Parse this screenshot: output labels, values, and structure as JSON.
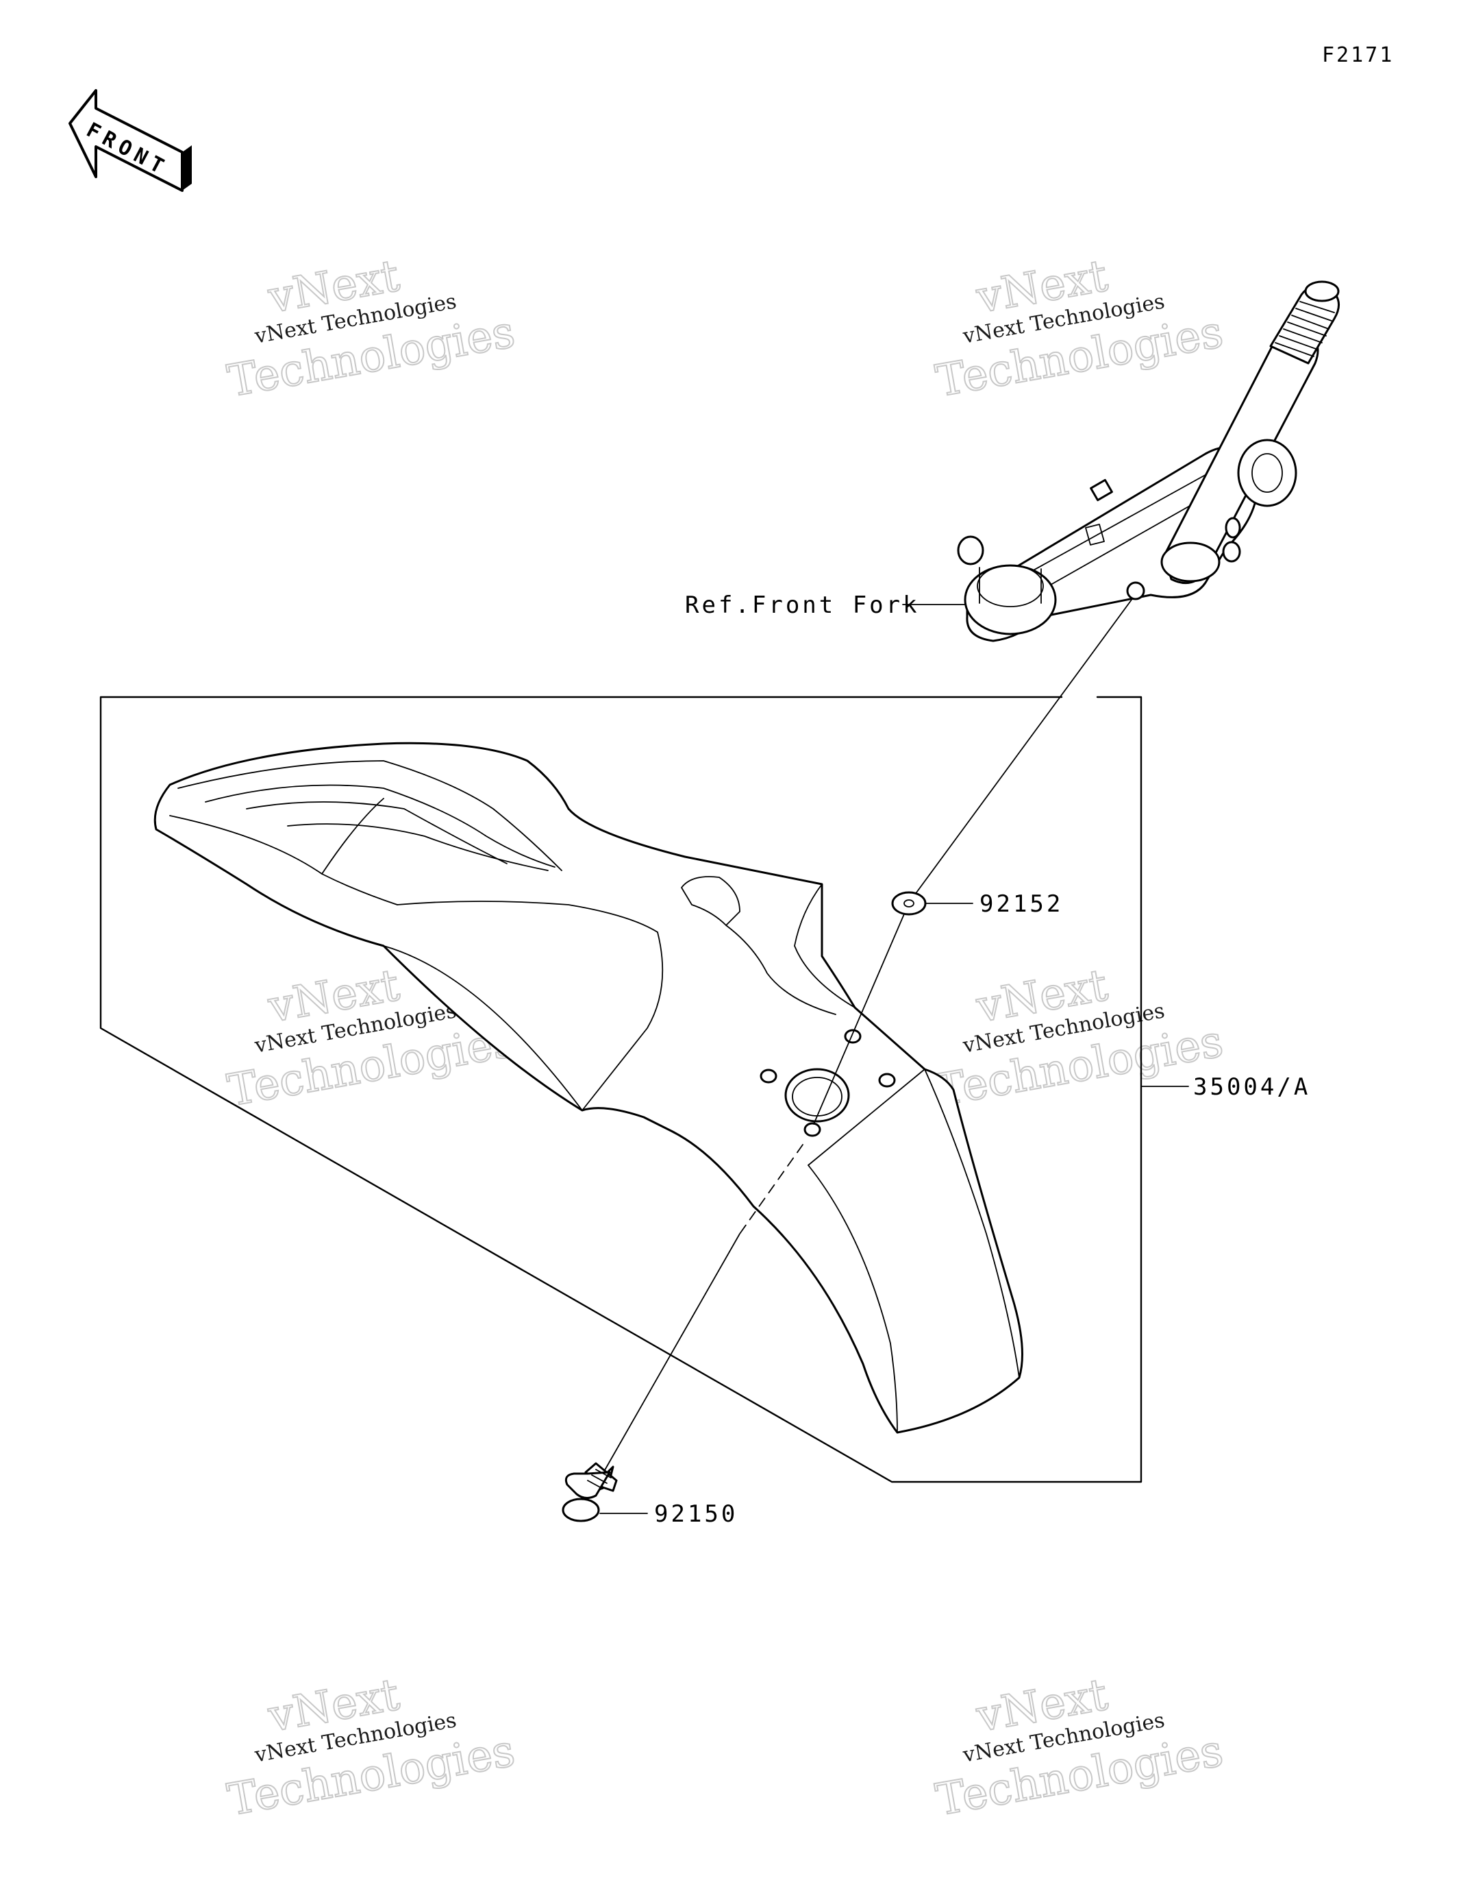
{
  "figure_code": "F2171",
  "front_arrow": {
    "text": "FRONT",
    "icon": "front-direction-arrow-icon"
  },
  "callouts": {
    "ref_front_fork": "Ref.Front Fork",
    "washer": "92152",
    "assembly": "35004/A",
    "bolt": "92150"
  },
  "watermark": {
    "line1": "vNext Technologies",
    "line2": "vNext",
    "line3": "Technologies"
  },
  "colors": {
    "line": "#000000",
    "background": "#ffffff",
    "watermark_outline": "#c8c8c8"
  }
}
